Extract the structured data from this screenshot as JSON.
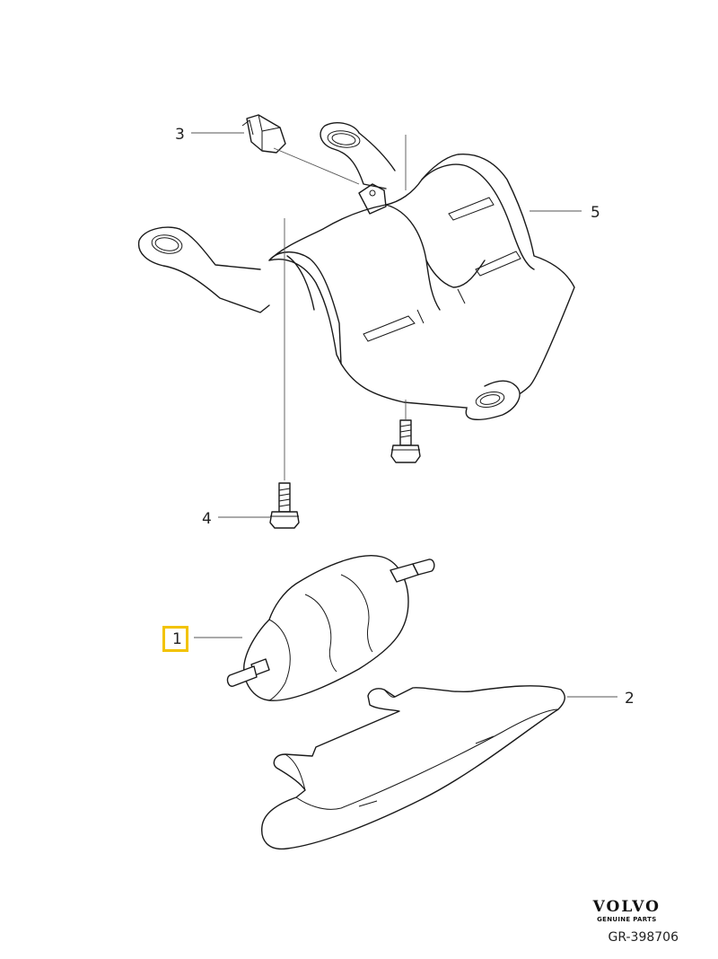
{
  "callouts": [
    {
      "label": "1",
      "part": "fuel-filter",
      "highlighted": true
    },
    {
      "label": "2",
      "part": "heat-shield-lower"
    },
    {
      "label": "3",
      "part": "clip"
    },
    {
      "label": "4",
      "part": "bolt"
    },
    {
      "label": "5",
      "part": "bracket-cover"
    }
  ],
  "brand": {
    "logo": "VOLVO",
    "subtitle": "GENUINE PARTS"
  },
  "reference": "GR-398706",
  "colors": {
    "highlight": "#f2c300",
    "line": "#1a1a1a"
  }
}
